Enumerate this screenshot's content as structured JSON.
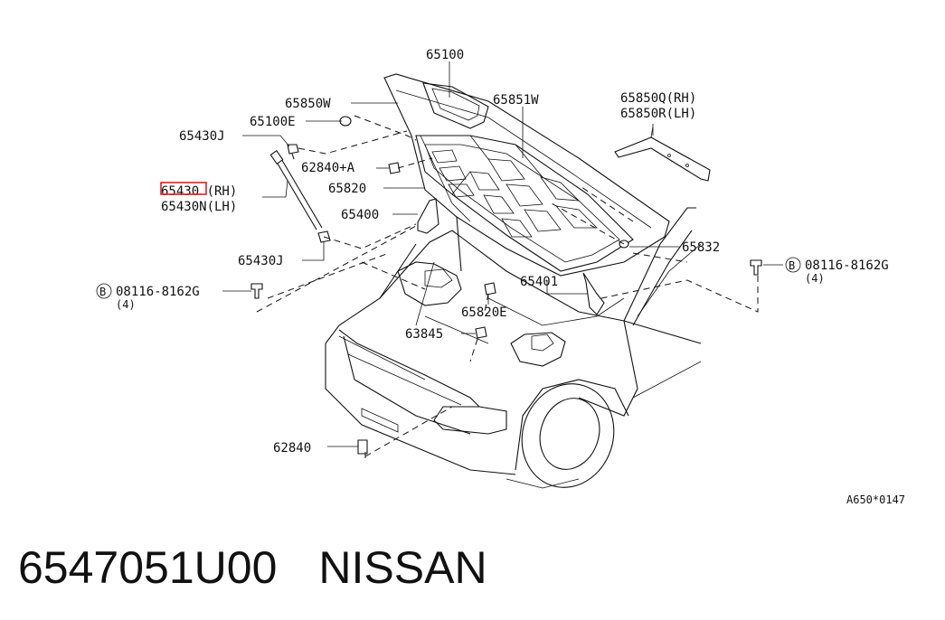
{
  "labels": {
    "hood": "65100",
    "hood_seal_upper": "65850W",
    "hood_seal_inner": "65851W",
    "seal_rh": "65850Q(RH)",
    "seal_lh": "65850R(LH)",
    "bumper_rubber_top": "65100E",
    "stay_bracket_upper": "65430J",
    "grommet_a": "62840+A",
    "hood_insulator": "65820",
    "stay_rh": "65430 (RH)",
    "stay_lh": "65430N(LH)",
    "hinge_left": "65400",
    "stay_bracket_lower": "65430J",
    "bolt_left": "08116-8162G",
    "bolt_left_qty": "(4)",
    "bolt_right": "08116-8162G",
    "bolt_right_qty": "(4)",
    "clip": "65832",
    "hinge_right": "65401",
    "clip_e": "65820E",
    "bumper_front": "63845",
    "grommet": "62840",
    "bolt_symbol": "B",
    "diagram_code": "A650*0147"
  },
  "footer": {
    "part_number": "6547051U00",
    "brand": "NISSAN"
  }
}
